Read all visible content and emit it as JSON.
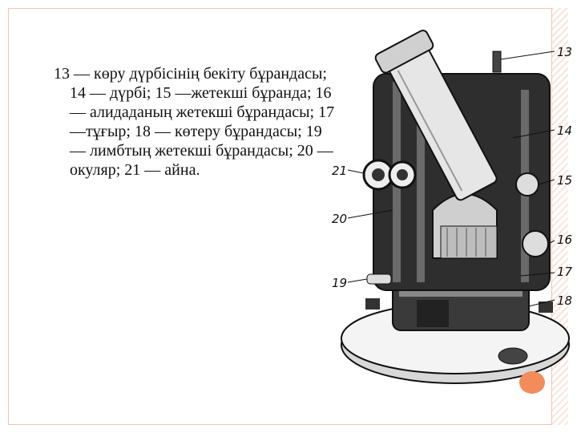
{
  "caption": "13 — көру дүрбісінің бекіту бұрандасы; 14 — дүрбі; 15 —жетекші бұранда; 16 — алидаданың жетекші бұрандасы; 17 —тұғыр; 18 — көтеру бұрандасы; 19 — лимбтың жетекші бұрандасы; 20 — окуляр; 21 — айна.",
  "figure": {
    "callouts": [
      "13",
      "14",
      "15",
      "16",
      "17",
      "18",
      "19",
      "20",
      "21"
    ]
  },
  "colors": {
    "frame": "#f2c4b0",
    "accent": "#f28c5a",
    "ink": "#111111"
  }
}
